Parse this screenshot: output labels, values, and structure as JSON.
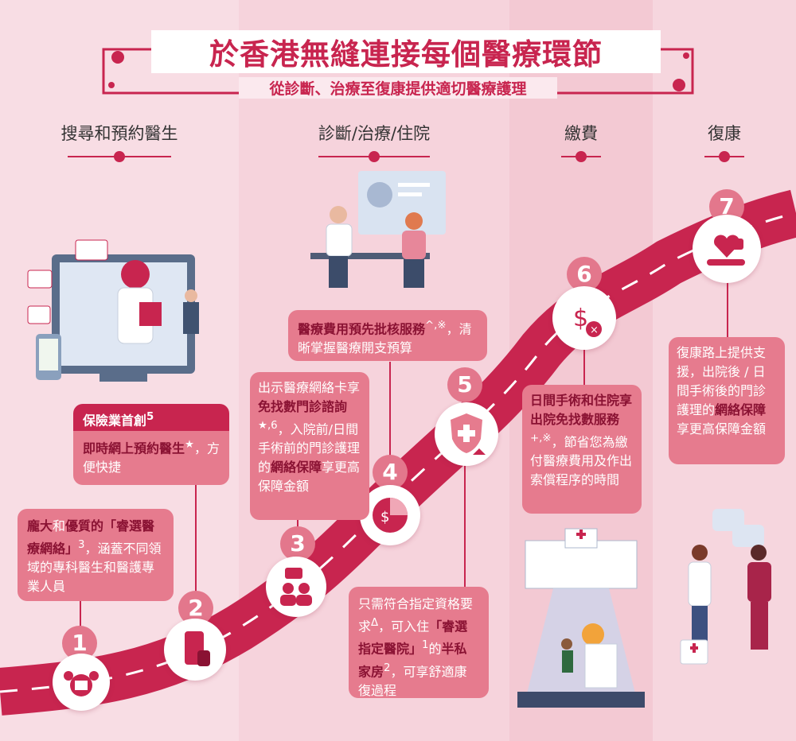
{
  "title": "於香港無縫連接每個醫療環節",
  "subtitle": "從診斷、治療至復康提供適切醫療護理",
  "stages": {
    "s1": "搜尋和預約醫生",
    "s2": "診斷/治療/住院",
    "s3": "繳費",
    "s4": "復康"
  },
  "steps": {
    "n1": "1",
    "n2": "2",
    "n3": "3",
    "n4": "4",
    "n5": "5",
    "n6": "6",
    "n7": "7"
  },
  "box1": {
    "b1": "龐大",
    "t1": "和",
    "b2": "優質的「睿選醫療網絡」",
    "sup": "3",
    "t2": "，涵蓋不同領域的專科醫生和醫護專業人員"
  },
  "box2": {
    "header": "保險業首創",
    "header_sup": "5",
    "b1": "即時網上預約醫生",
    "sup": "★",
    "t1": "，方便快捷"
  },
  "box3": {
    "t1": "出示醫療網絡卡享",
    "b1": "免找數門診諮詢",
    "sup": "★,6",
    "t2": "，入院前/日間手術前的門診護理的",
    "b2": "網絡保障",
    "t3": "享更高保障金額"
  },
  "box4": {
    "b1": "醫療費用預先批核服務",
    "sup": "^,※",
    "t1": "，清晰掌握醫療開支預算"
  },
  "box5": {
    "t1": "只需符合指定資格要求",
    "sup1": "Δ",
    "t2": "，可入住",
    "b1": "「睿選指定醫院」",
    "sup2": "1",
    "t3": "的",
    "b2": "半私家房",
    "sup3": "2",
    "t4": "，可享舒適康復過程"
  },
  "box6": {
    "b1": "日間手術和住院享出院免找數服務",
    "sup": "+,※",
    "t1": "，節省您為繳付醫療費用及作出索償程序的時間"
  },
  "box7": {
    "t1": "復康路上提供支援，出院後 / 日間手術後的門診護理的",
    "b1": "網絡保障",
    "t2": "享更高保障金額"
  },
  "colors": {
    "accent": "#c8254f",
    "pink": "#e67b8e",
    "road": "#c8254f"
  },
  "icons": [
    "network-people-icon",
    "phone-hand-icon",
    "consult-chat-icon",
    "pie-chart-dollar-icon",
    "shield-medical-icon",
    "dollar-cancel-icon",
    "heart-hand-icon"
  ]
}
